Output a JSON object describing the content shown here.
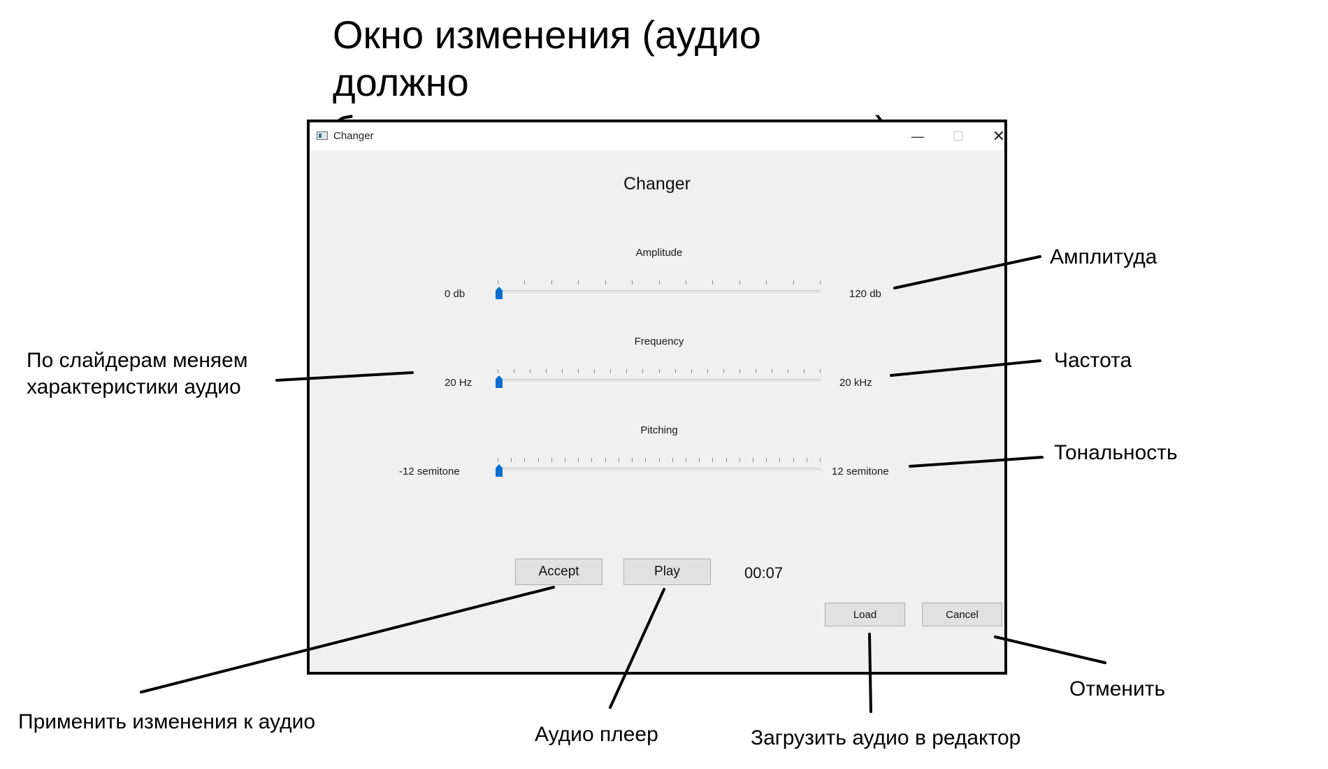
{
  "heading": {
    "line1": "Окно изменения (аудио должно",
    "line2": "быть записано или загружено)"
  },
  "window": {
    "title": "Changer",
    "controls": {
      "minimize": "—",
      "maximize": "☐",
      "close": "✕"
    }
  },
  "app": {
    "header": "Changer",
    "sliders": [
      {
        "label": "Amplitude",
        "min_label": "0 db",
        "max_label": "120 db",
        "value_fraction": 0,
        "tick_count": 13
      },
      {
        "label": "Frequency",
        "min_label": "20 Hz",
        "max_label": "20 kHz",
        "value_fraction": 0,
        "tick_count": 21
      },
      {
        "label": "Pitching",
        "min_label": "-12 semitone",
        "max_label": "12 semitone",
        "value_fraction": 0,
        "tick_count": 25
      }
    ],
    "buttons": {
      "accept": "Accept",
      "play": "Play",
      "load": "Load",
      "cancel": "Cancel"
    },
    "timer": "00:07",
    "accent_color": "#0a6fd0"
  },
  "annotations": {
    "amplitude": "Амплитуда",
    "frequency": "Частота",
    "pitch": "Тональность",
    "sliders_line1": "По слайдерам меняем",
    "sliders_line2": "характеристики аудио",
    "apply": "Применить изменения к аудио",
    "player": "Аудио плеер",
    "load": "Загрузить аудио в редактор",
    "cancel": "Отменить"
  }
}
